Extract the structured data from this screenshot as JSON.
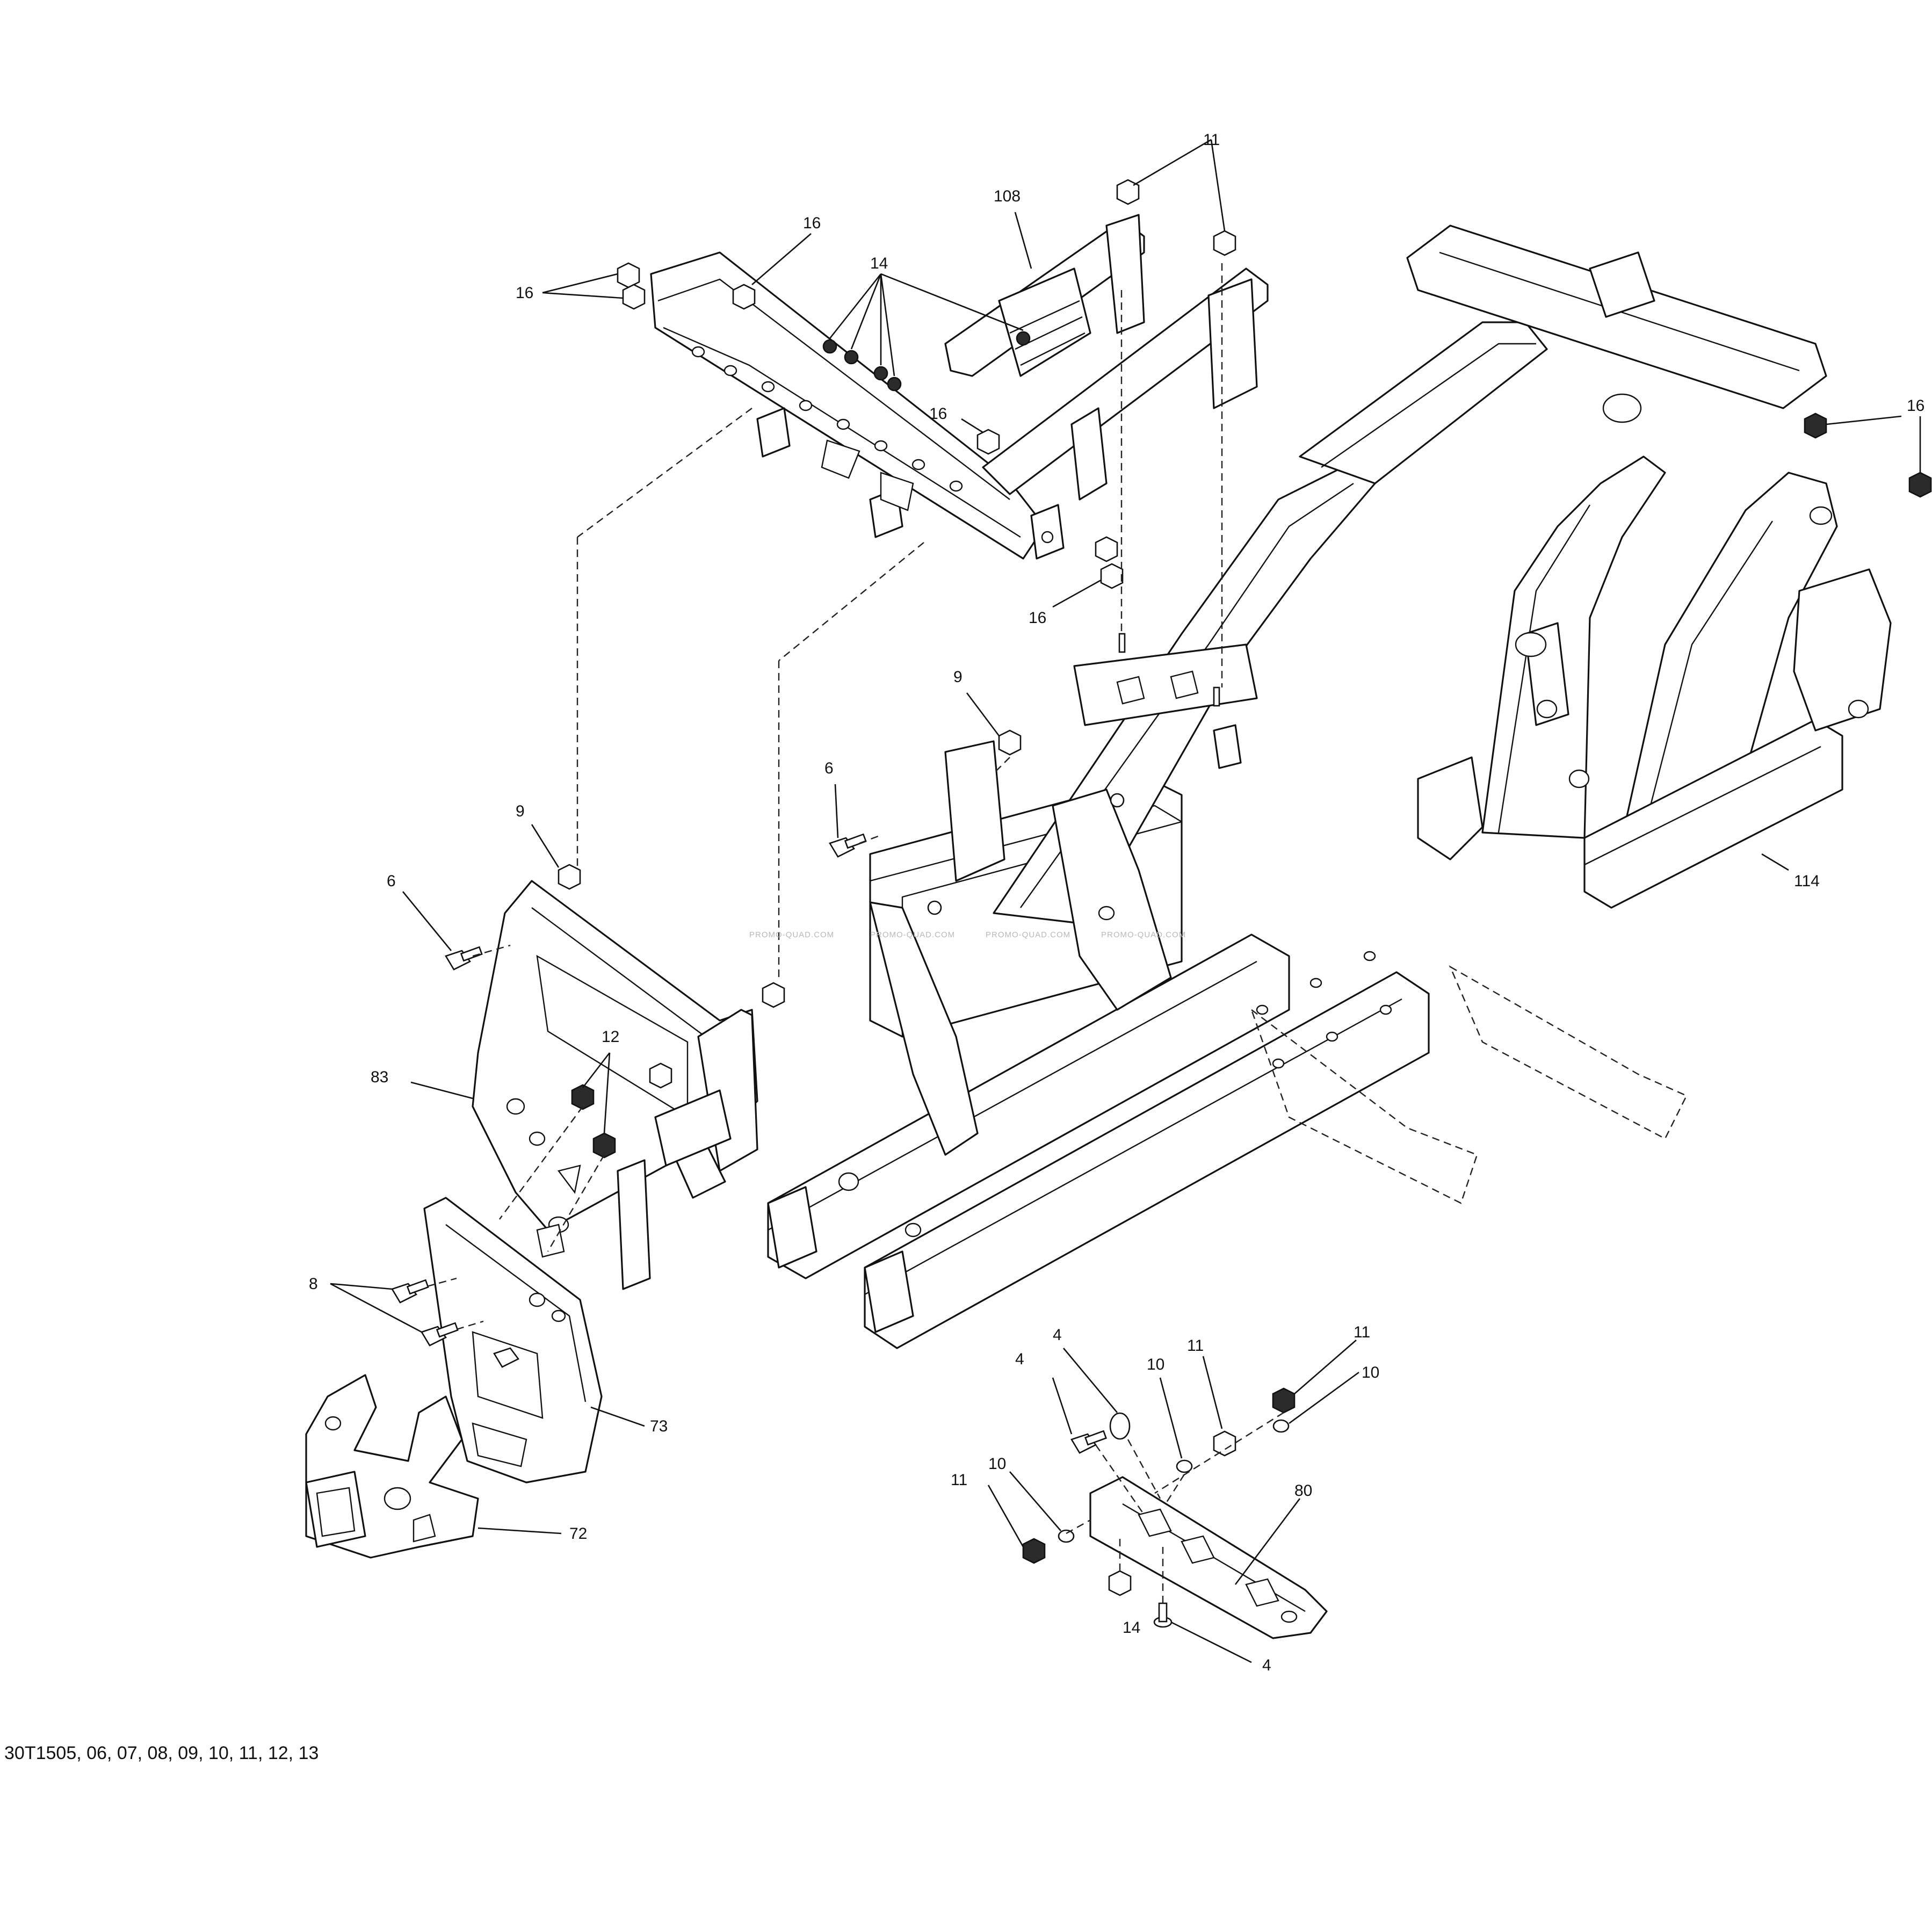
{
  "diagram": {
    "reference_code": "30T1505, 06, 07, 08, 09, 10, 11, 12, 13",
    "watermarks": [
      "PROMO-QUAD.COM",
      "PROMO-QUAD.COM",
      "PROMO-QUAD.COM",
      "PROMO-QUAD.COM"
    ],
    "callouts": [
      {
        "id": "c-108",
        "label": "108"
      },
      {
        "id": "c-11-top",
        "label": "11"
      },
      {
        "id": "c-16-top",
        "label": "16"
      },
      {
        "id": "c-16-left",
        "label": "16"
      },
      {
        "id": "c-14-top",
        "label": "14"
      },
      {
        "id": "c-16-mid",
        "label": "16"
      },
      {
        "id": "c-16-low",
        "label": "16"
      },
      {
        "id": "c-16-right",
        "label": "16"
      },
      {
        "id": "c-9-mid",
        "label": "9"
      },
      {
        "id": "c-6-mid",
        "label": "6"
      },
      {
        "id": "c-114",
        "label": "114"
      },
      {
        "id": "c-9-left",
        "label": "9"
      },
      {
        "id": "c-6-left",
        "label": "6"
      },
      {
        "id": "c-12",
        "label": "12"
      },
      {
        "id": "c-83",
        "label": "83"
      },
      {
        "id": "c-8",
        "label": "8"
      },
      {
        "id": "c-73",
        "label": "73"
      },
      {
        "id": "c-72",
        "label": "72"
      },
      {
        "id": "c-4-a",
        "label": "4"
      },
      {
        "id": "c-4-b",
        "label": "4"
      },
      {
        "id": "c-10-a",
        "label": "10"
      },
      {
        "id": "c-11-a",
        "label": "11"
      },
      {
        "id": "c-11-b",
        "label": "11"
      },
      {
        "id": "c-10-b",
        "label": "10"
      },
      {
        "id": "c-11-c",
        "label": "11"
      },
      {
        "id": "c-10-c",
        "label": "10"
      },
      {
        "id": "c-80",
        "label": "80"
      },
      {
        "id": "c-14-low",
        "label": "14"
      },
      {
        "id": "c-4-low",
        "label": "4"
      }
    ]
  }
}
